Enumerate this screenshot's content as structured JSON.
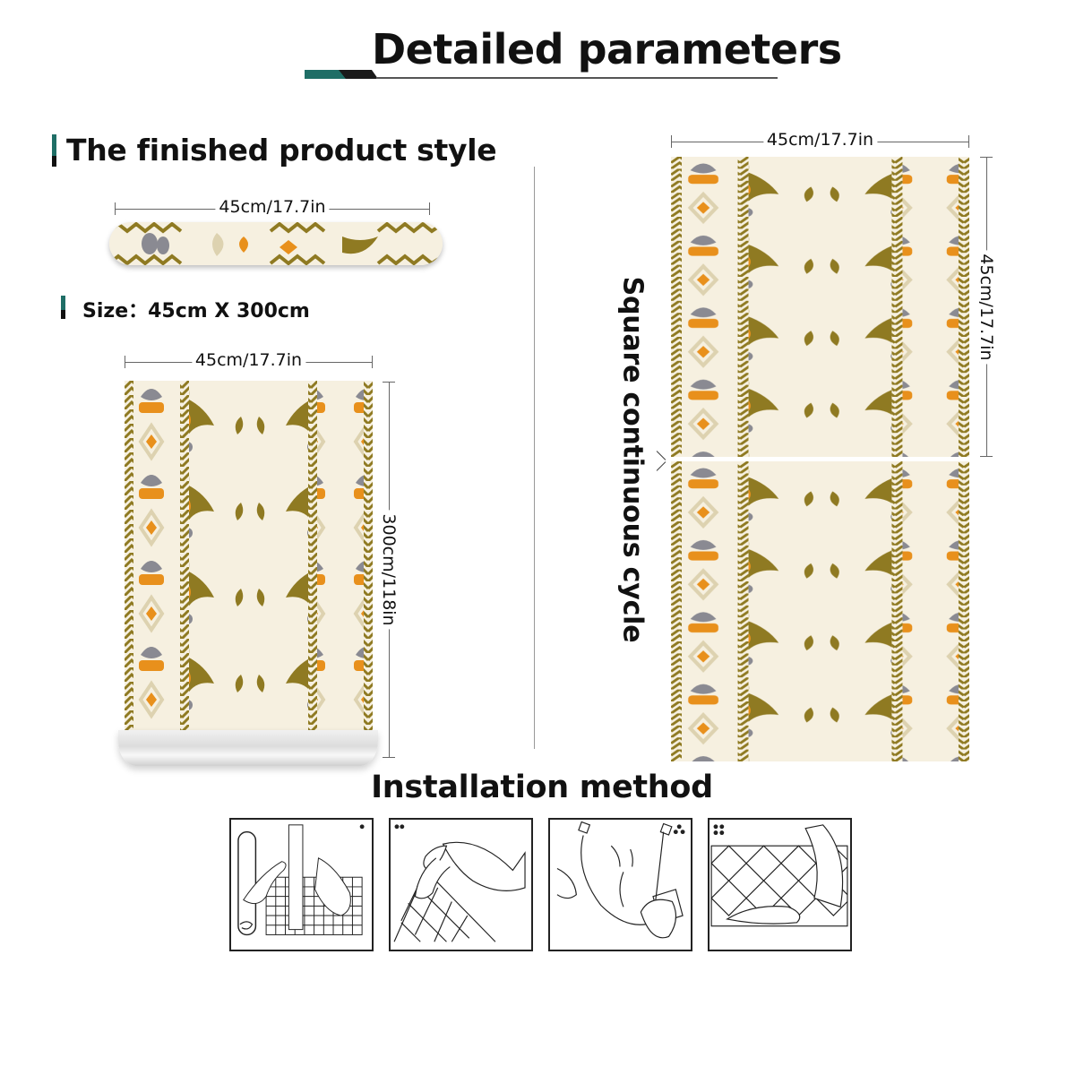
{
  "header": {
    "title": "Detailed parameters"
  },
  "product_style": {
    "section_title": "The finished product style",
    "roll_width_label": "45cm/17.7in",
    "size_label": "Size：45cm X 300cm",
    "panel_width_label": "45cm/17.7in",
    "panel_length_label": "300cm/118in"
  },
  "cycle": {
    "width_label": "45cm/17.7in",
    "height_label": "45cm/17.7in",
    "caption": "Square continuous cycle"
  },
  "installation": {
    "title": "Installation method",
    "steps": [
      {
        "name": "measure-and-cut",
        "dots": "•"
      },
      {
        "name": "peel-backing",
        "dots": "••"
      },
      {
        "name": "apply-to-wall",
        "dots": "•••"
      },
      {
        "name": "smooth-surface",
        "dots": "••••"
      }
    ]
  },
  "colors": {
    "accent_green": "#1f6e66",
    "olive": "#8f7a22",
    "orange": "#e8901c",
    "gray": "#8a8a92",
    "cream": "#f6f0e0",
    "beige": "#ddd2b0"
  }
}
